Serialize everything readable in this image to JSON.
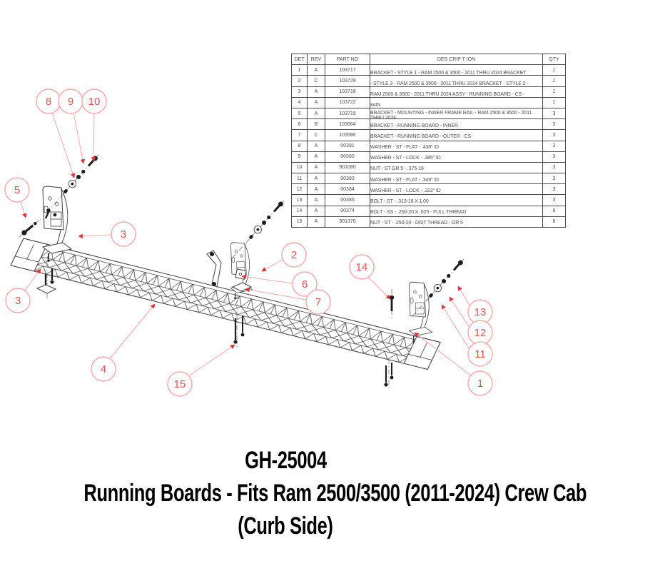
{
  "colors": {
    "callout_stroke": "#f5a8a8",
    "callout_number": "#e05353",
    "arrow": "#e03434",
    "drawing_line": "#3f3f3f",
    "table_line": "#4a4a4a",
    "table_text": "#4f4f4f",
    "title_text": "#000000"
  },
  "parts_table": {
    "headers": [
      "DET",
      "REV",
      "PART NO",
      "DES CRIP T ION",
      "QTY"
    ],
    "rows": [
      {
        "det": "1",
        "rev": "A",
        "part_no": "103717",
        "description": "BRACKET - STYLE 1 - RAM 2500 & 3500 - 2011 THRU 2024 BRACKET",
        "qty": "1"
      },
      {
        "det": "2",
        "rev": "C",
        "part_no": "103729",
        "description": "- STYLE 3 - RAM 2500 & 3500 - 2011 THRU 2024 BRACKET - STYLE 2 -",
        "qty": "1"
      },
      {
        "det": "3",
        "rev": "A",
        "part_no": "103718",
        "description": "RAM 2500 & 3500 - 2011 THRU 2024 ASSY - RUNNING BOARD - CS -",
        "qty": "1"
      },
      {
        "det": "4",
        "rev": "A",
        "part_no": "103722",
        "description": "84IN",
        "qty": "1"
      },
      {
        "det": "5",
        "rev": "A",
        "part_no": "103719",
        "description": "BRACKET - MOUNTING - INNER FRAME RAIL - RAM 2500 & 3500 - 2011 THRU 2024",
        "qty": "3"
      },
      {
        "det": "6",
        "rev": "B",
        "part_no": "103584",
        "description": "BRACKET - RUNNING BOARD - INNER",
        "qty": "3"
      },
      {
        "det": "7",
        "rev": "C",
        "part_no": "103586",
        "description": "BRACKET - RUNNING BOARD - OUTER - CS",
        "qty": "3"
      },
      {
        "det": "8",
        "rev": "A",
        "part_no": "00381",
        "description": "WASHER - ST - FLAT - .438\" ID",
        "qty": "3"
      },
      {
        "det": "9",
        "rev": "A",
        "part_no": "00382",
        "description": "WASHER - ST - LOCK - .385\" ID",
        "qty": "3"
      },
      {
        "det": "10",
        "rev": "A",
        "part_no": "901080",
        "description": "NUT - ST GR 5 - .375-16",
        "qty": "3"
      },
      {
        "det": "11",
        "rev": "A",
        "part_no": "00383",
        "description": "WASHER - ST - FLAT - .349\" ID",
        "qty": "3"
      },
      {
        "det": "12",
        "rev": "A",
        "part_no": "00384",
        "description": "WASHER - ST - LOCK - .322\" ID",
        "qty": "3"
      },
      {
        "det": "13",
        "rev": "A",
        "part_no": "00385",
        "description": "BOLT - ST - .313-18 X 1.00",
        "qty": "3"
      },
      {
        "det": "14",
        "rev": "A",
        "part_no": "00374",
        "description": "BOLT - SS - .250-20 X .625 - FULL THREAD",
        "qty": "6"
      },
      {
        "det": "15",
        "rev": "A",
        "part_no": "901370",
        "description": "NUT - ST - .250-20 - DIST THREAD - GR 5",
        "qty": "6"
      }
    ]
  },
  "title": {
    "line1": "GH-25004",
    "line2": "Running Boards - Fits Ram 2500/3500 (2011-2024) Crew Cab",
    "line3": "(Curb Side)"
  },
  "diagram": {
    "callouts": [
      {
        "label": "8"
      },
      {
        "label": "9"
      },
      {
        "label": "10"
      },
      {
        "label": "5"
      },
      {
        "label": "3"
      },
      {
        "label": "3"
      },
      {
        "label": "4"
      },
      {
        "label": "15"
      },
      {
        "label": "2"
      },
      {
        "label": "6"
      },
      {
        "label": "7"
      },
      {
        "label": "14"
      },
      {
        "label": "13"
      },
      {
        "label": "12"
      },
      {
        "label": "11"
      },
      {
        "label": "1"
      }
    ]
  }
}
